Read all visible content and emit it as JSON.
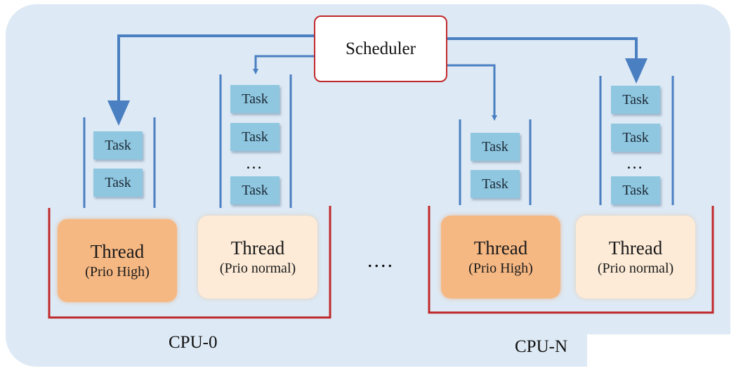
{
  "scheduler": {
    "label": "Scheduler"
  },
  "task_label": "Task",
  "ellipsis": "…",
  "between_cpus": "....",
  "cpus": [
    {
      "label": "CPU-0",
      "threads": [
        {
          "title": "Thread",
          "priority": "(Prio High)",
          "tasks": [
            "Task",
            "Task"
          ]
        },
        {
          "title": "Thread",
          "priority": "(Prio normal)",
          "tasks": [
            "Task",
            "Task",
            "…",
            "Task"
          ]
        }
      ]
    },
    {
      "label": "CPU-N",
      "threads": [
        {
          "title": "Thread",
          "priority": "(Prio High)",
          "tasks": [
            "Task",
            "Task"
          ]
        },
        {
          "title": "Thread",
          "priority": "(Prio normal)",
          "tasks": [
            "Task",
            "Task",
            "…",
            "Task"
          ]
        }
      ]
    }
  ],
  "colors": {
    "background": "#dde9f4",
    "scheduler_border": "#c0292b",
    "cpu_bracket": "#c0292b",
    "arrow": "#4a7fc2",
    "queue_rail": "#4a7fc2",
    "task_fill": "#8fc7e0",
    "thread_high": "#f6b883",
    "thread_normal": "#fdebd7"
  }
}
